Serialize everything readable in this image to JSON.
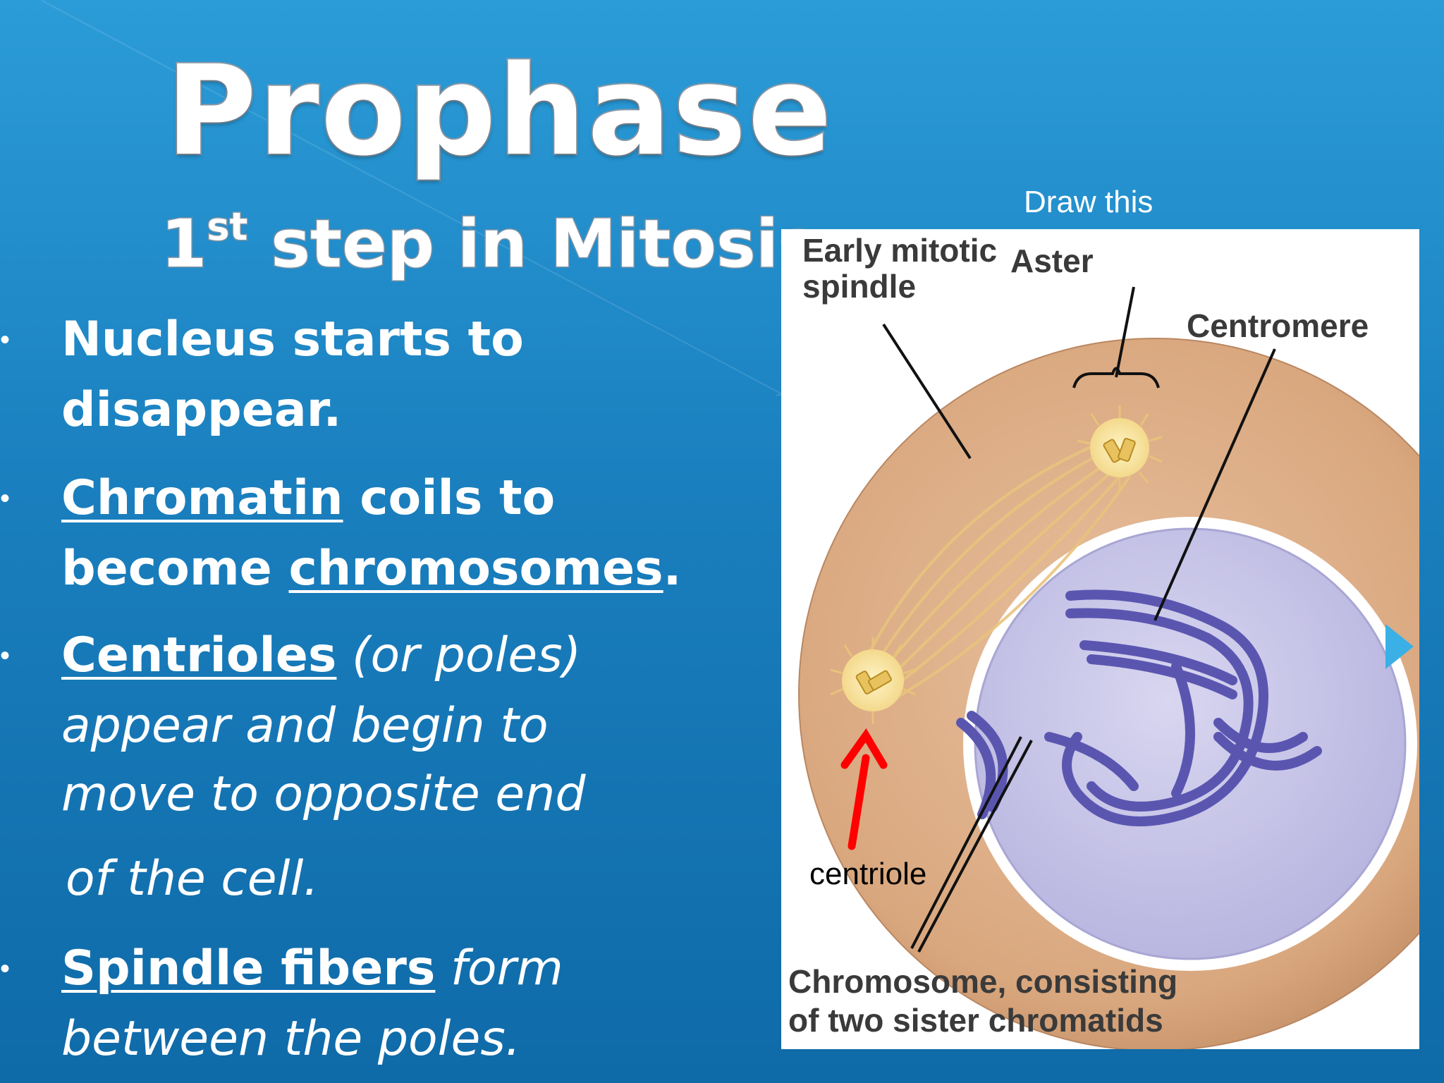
{
  "slide": {
    "title": "Prophase",
    "subtitle_num": "1",
    "subtitle_sup": "st",
    "subtitle_rest": " step in Mitosis"
  },
  "bullets": [
    {
      "line1": "Nucleus starts to",
      "line2": "disappear."
    },
    {
      "term1": "Chromatin",
      "rest1": " coils to",
      "line2_pre": "become ",
      "term2": "chromosomes",
      "line2_post": "."
    },
    {
      "term": "Centrioles",
      "rest": " (or poles)",
      "line2": "appear and begin to",
      "line3": "move to opposite end",
      "line4": "of the cell."
    },
    {
      "term": "Spindle fibers",
      "rest": " form",
      "line2": "between the poles."
    }
  ],
  "diagram": {
    "instruction": "Draw this",
    "labels": {
      "early_spindle_1": "Early mitotic",
      "early_spindle_2": "spindle",
      "aster": "Aster",
      "centromere": "Centromere",
      "chromosome_1": "Chromosome, consisting",
      "chromosome_2": "of two sister chromatids"
    },
    "annotation": "centriole",
    "colors": {
      "cytoplasm": "#d9a77e",
      "nucleus": "#c9c7e8",
      "chromosome": "#5a56b0",
      "annotation_arrow": "#ff0000"
    }
  }
}
